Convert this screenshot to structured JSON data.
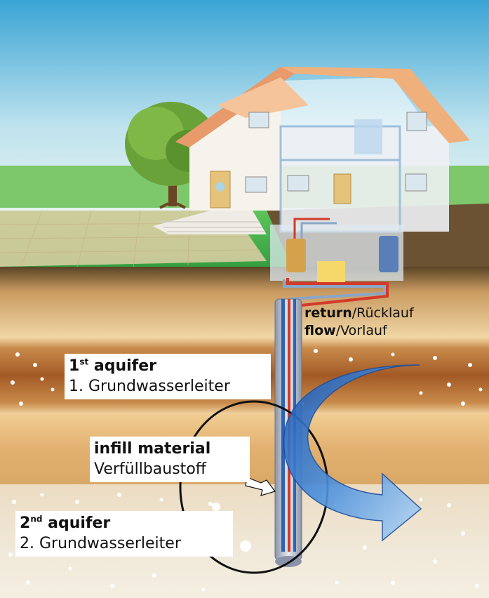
{
  "labels": {
    "aquifer1_num": "1",
    "aquifer1_sup": "st",
    "aquifer1_en": " aquifer",
    "aquifer1_de": "1. Grundwasserleiter",
    "aquifer2_num": "2",
    "aquifer2_sup": "nd",
    "aquifer2_en": " aquifer",
    "aquifer2_de": "2. Grundwasserleiter",
    "infill_en": "infill material",
    "infill_de": "Verfüllbaustoff",
    "return_en": "return",
    "return_de": "/Rücklauf",
    "flow_en": "flow",
    "flow_de": "/Vorlauf"
  },
  "colors": {
    "sky_top": "#3fa7d6",
    "grass": "#4ab44a",
    "soil_light": "#e8c48c",
    "aquifer_brown": "#a8622a",
    "arrow_blue": "#3a7fd0",
    "return_red": "#d23a2a"
  }
}
